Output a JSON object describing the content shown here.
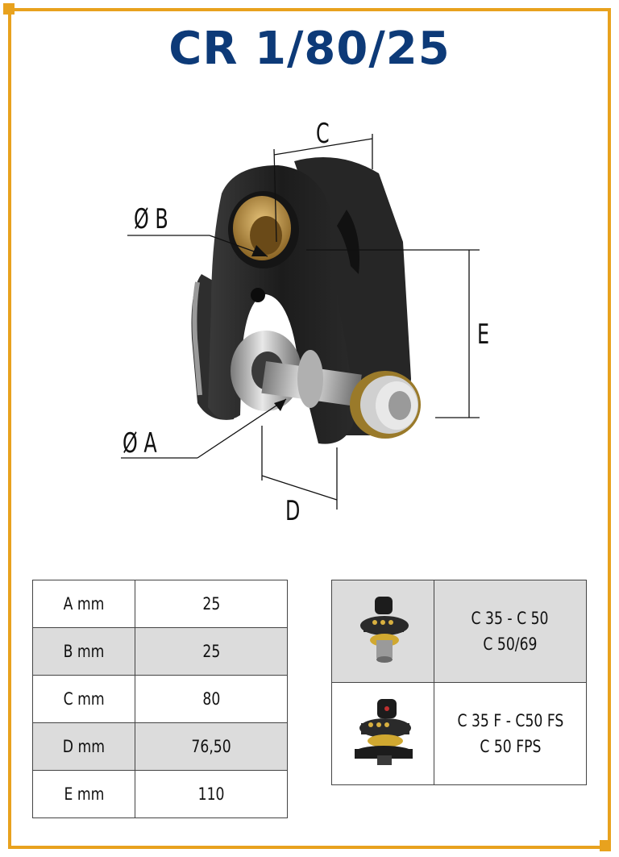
{
  "title": "CR 1/80/25",
  "dimension_labels": {
    "c": "C",
    "b": "Ø B",
    "e": "E",
    "a": "Ø A",
    "d": "D"
  },
  "specs": [
    {
      "label": "A mm",
      "value": "25"
    },
    {
      "label": "B mm",
      "value": "25"
    },
    {
      "label": "C mm",
      "value": "80"
    },
    {
      "label": "D mm",
      "value": "76,50"
    },
    {
      "label": "E mm",
      "value": "110"
    }
  ],
  "compatibility": [
    {
      "line1": "C 35 - C 50",
      "line2": "C 50/69",
      "icon": "rotator-compact-icon"
    },
    {
      "line1": "C 35 F  - C50 FS",
      "line2": "C 50 FPS",
      "icon": "rotator-flanged-icon"
    }
  ],
  "colors": {
    "frame": "#e8a21e",
    "title": "#0d3a78",
    "shade": "#dcdcdc",
    "body": "#1c1c1c",
    "bronze": "#b28a3c",
    "steel": "#c8c8c8"
  }
}
